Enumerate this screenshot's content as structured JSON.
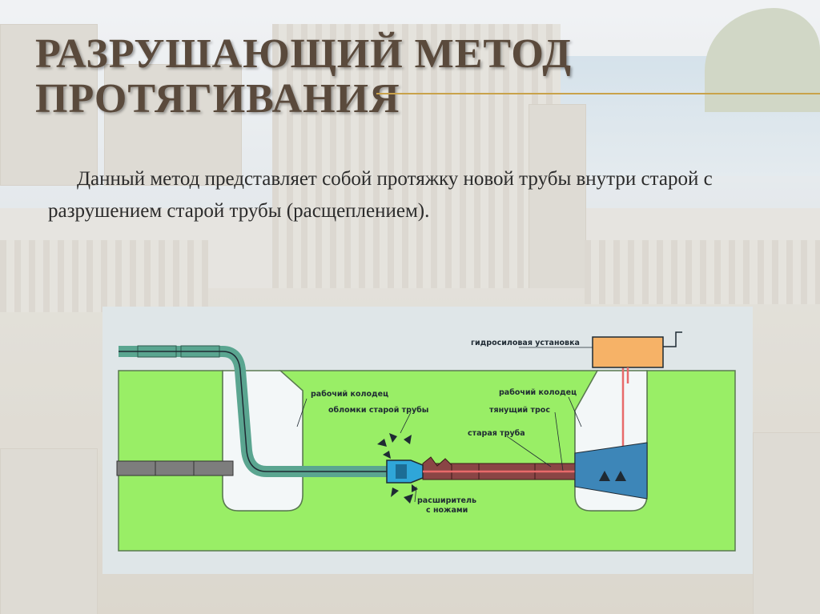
{
  "slide": {
    "title_line1": "РАЗРУШАЮЩИЙ МЕТОД",
    "title_line2": "ПРОТЯГИВАНИЯ",
    "description": "Данный метод представляет собой протяжку новой трубы внутри старой с разрушением старой трубы (расщеплением)."
  },
  "diagram": {
    "labels": {
      "hydraulic_unit": "гидросиловая установка",
      "working_pit_left": "рабочий колодец",
      "working_pit_right": "рабочий колодец",
      "old_pipe_fragments": "обломки старой трубы",
      "pulling_cable": "тянущий трос",
      "old_pipe": "старая труба",
      "expander_line1": "расширитель",
      "expander_line2": "с ножами"
    },
    "colors": {
      "ground": "#99ee66",
      "new_pipe": "#5aa590",
      "old_pipe": "#8a4545",
      "cable": "#e86a6a",
      "expander": "#2fa6d8",
      "hydraulic_unit": "#f6b267",
      "pit": "#f3f7f8"
    }
  }
}
